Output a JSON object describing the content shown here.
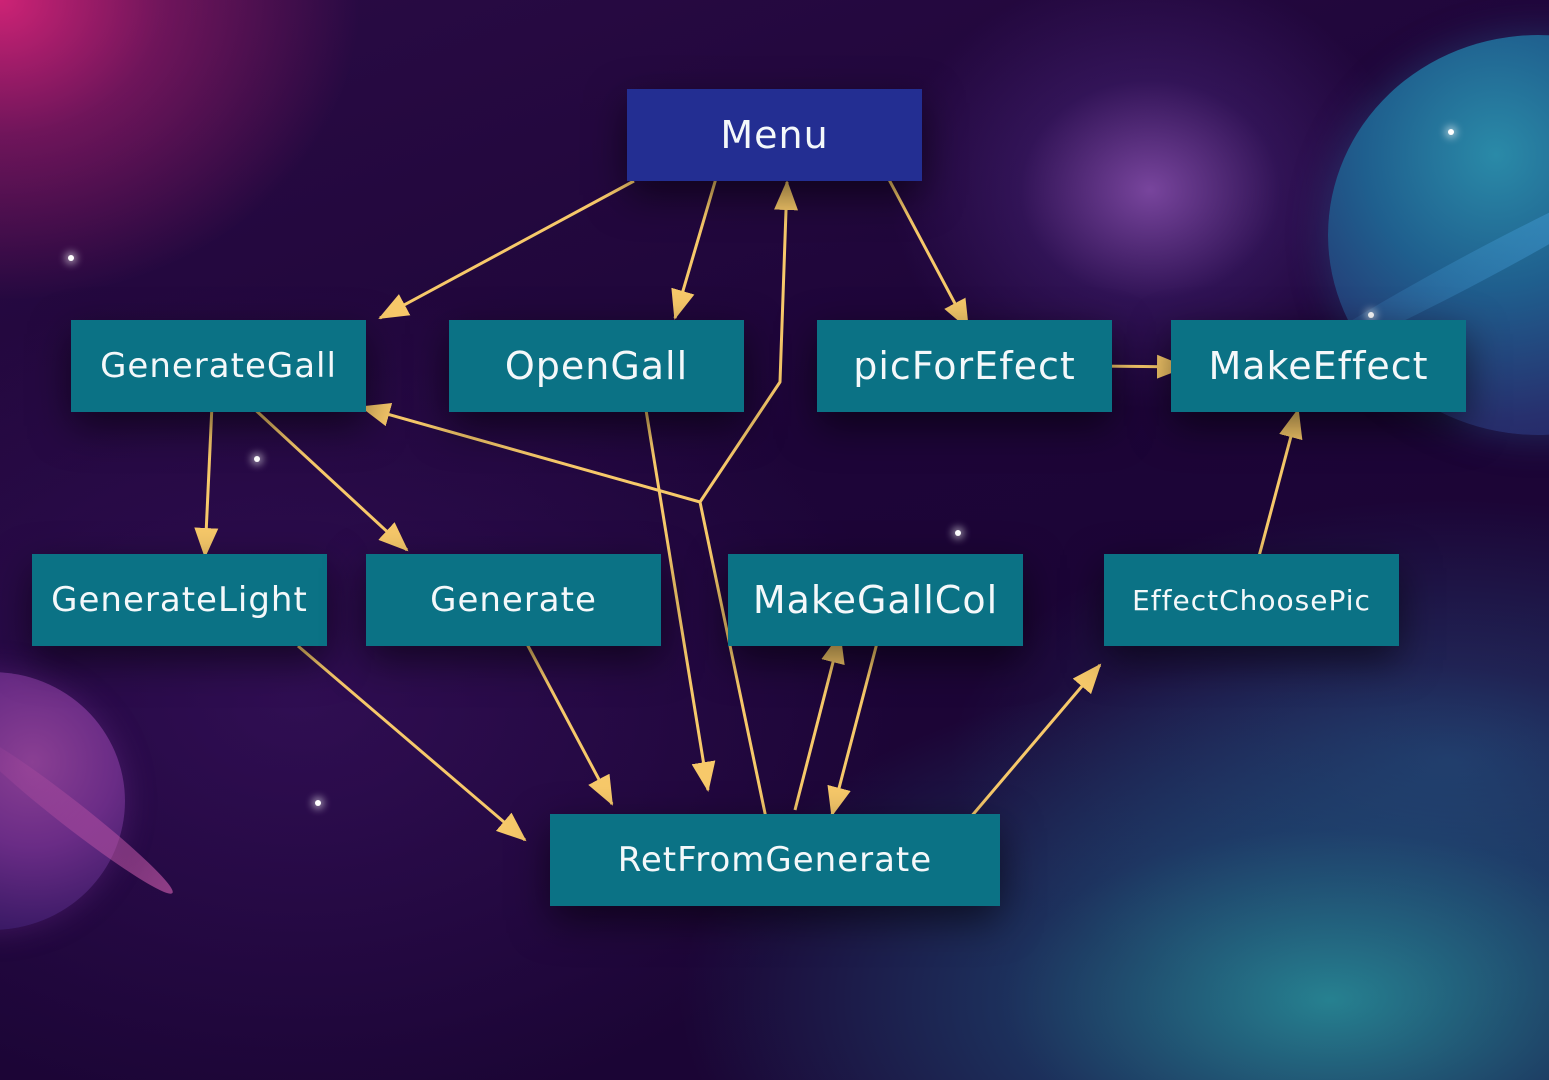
{
  "diagram": {
    "nodes": [
      {
        "id": "menu",
        "label": "Menu",
        "color": "#232e92"
      },
      {
        "id": "generate-gall",
        "label": "GenerateGall",
        "color": "#0b7285"
      },
      {
        "id": "open-gall",
        "label": "OpenGall",
        "color": "#0b7285"
      },
      {
        "id": "pic-for-efect",
        "label": "picForEfect",
        "color": "#0b7285"
      },
      {
        "id": "make-effect",
        "label": "MakeEffect",
        "color": "#0b7285"
      },
      {
        "id": "generate-light",
        "label": "GenerateLight",
        "color": "#0b7285"
      },
      {
        "id": "generate",
        "label": "Generate",
        "color": "#0b7285"
      },
      {
        "id": "make-gall-col",
        "label": "MakeGallCol",
        "color": "#0b7285"
      },
      {
        "id": "effect-choose-pic",
        "label": "EffectChoosePic",
        "color": "#0b7285"
      },
      {
        "id": "ret-from-generate",
        "label": "RetFromGenerate",
        "color": "#0b7285"
      }
    ],
    "edges": [
      {
        "from": "menu",
        "to": "generate-gall"
      },
      {
        "from": "menu",
        "to": "open-gall"
      },
      {
        "from": "menu",
        "to": "pic-for-efect"
      },
      {
        "from": "pic-for-efect",
        "to": "make-effect"
      },
      {
        "from": "generate-gall",
        "to": "generate-light"
      },
      {
        "from": "generate-gall",
        "to": "generate"
      },
      {
        "from": "generate-light",
        "to": "ret-from-generate"
      },
      {
        "from": "generate",
        "to": "ret-from-generate"
      },
      {
        "from": "open-gall",
        "to": "ret-from-generate"
      },
      {
        "from": "ret-from-generate",
        "to": "menu"
      },
      {
        "from": "ret-from-generate",
        "to": "generate-gall"
      },
      {
        "from": "ret-from-generate",
        "to": "make-gall-col"
      },
      {
        "from": "make-gall-col",
        "to": "ret-from-generate"
      },
      {
        "from": "ret-from-generate",
        "to": "effect-choose-pic"
      },
      {
        "from": "effect-choose-pic",
        "to": "make-effect"
      }
    ],
    "edge_color": "#f7c96a",
    "background": {
      "accent_pink": "#d62478",
      "accent_teal": "#2896a0",
      "base": "#1d0538"
    }
  }
}
